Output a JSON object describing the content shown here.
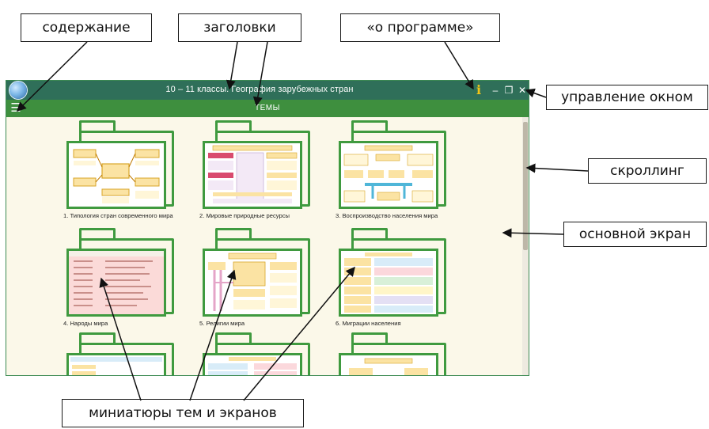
{
  "window": {
    "title": "10 – 11 классы. География зарубежных стран",
    "section_title": "ТЕМЫ",
    "info_glyph": "i",
    "minimize_glyph": "–",
    "restore_glyph": "❐",
    "close_glyph": "✕",
    "menu_glyph": "☰"
  },
  "colors": {
    "title_bar": "#2f6f59",
    "toolbar": "#3e8f3e",
    "folder_green": "#3f9a3f",
    "info_yellow": "#f2c417",
    "background": "#fbf8e9"
  },
  "callouts": {
    "contents": "содержание",
    "headers": "заголовки",
    "about": "«о программе»",
    "window_control": "управление окном",
    "scrolling": "скроллинг",
    "main_screen": "основной экран",
    "thumbnails": "миниатюры тем и экранов"
  },
  "tiles": [
    {
      "label": "1. Типология стран современного мира",
      "icon": "flowchart-thumbnail"
    },
    {
      "label": "2. Мировые природные ресурсы",
      "icon": "table-thumbnail"
    },
    {
      "label": "3. Воспроизводство населения мира",
      "icon": "diagram-thumbnail"
    },
    {
      "label": "4. Народы мира",
      "icon": "list-thumbnail"
    },
    {
      "label": "5. Религии мира",
      "icon": "tree-thumbnail"
    },
    {
      "label": "6. Миграции населения",
      "icon": "colored-list-thumbnail"
    },
    {
      "label": "",
      "icon": "thumbnail"
    },
    {
      "label": "",
      "icon": "thumbnail"
    },
    {
      "label": "",
      "icon": "thumbnail"
    }
  ]
}
